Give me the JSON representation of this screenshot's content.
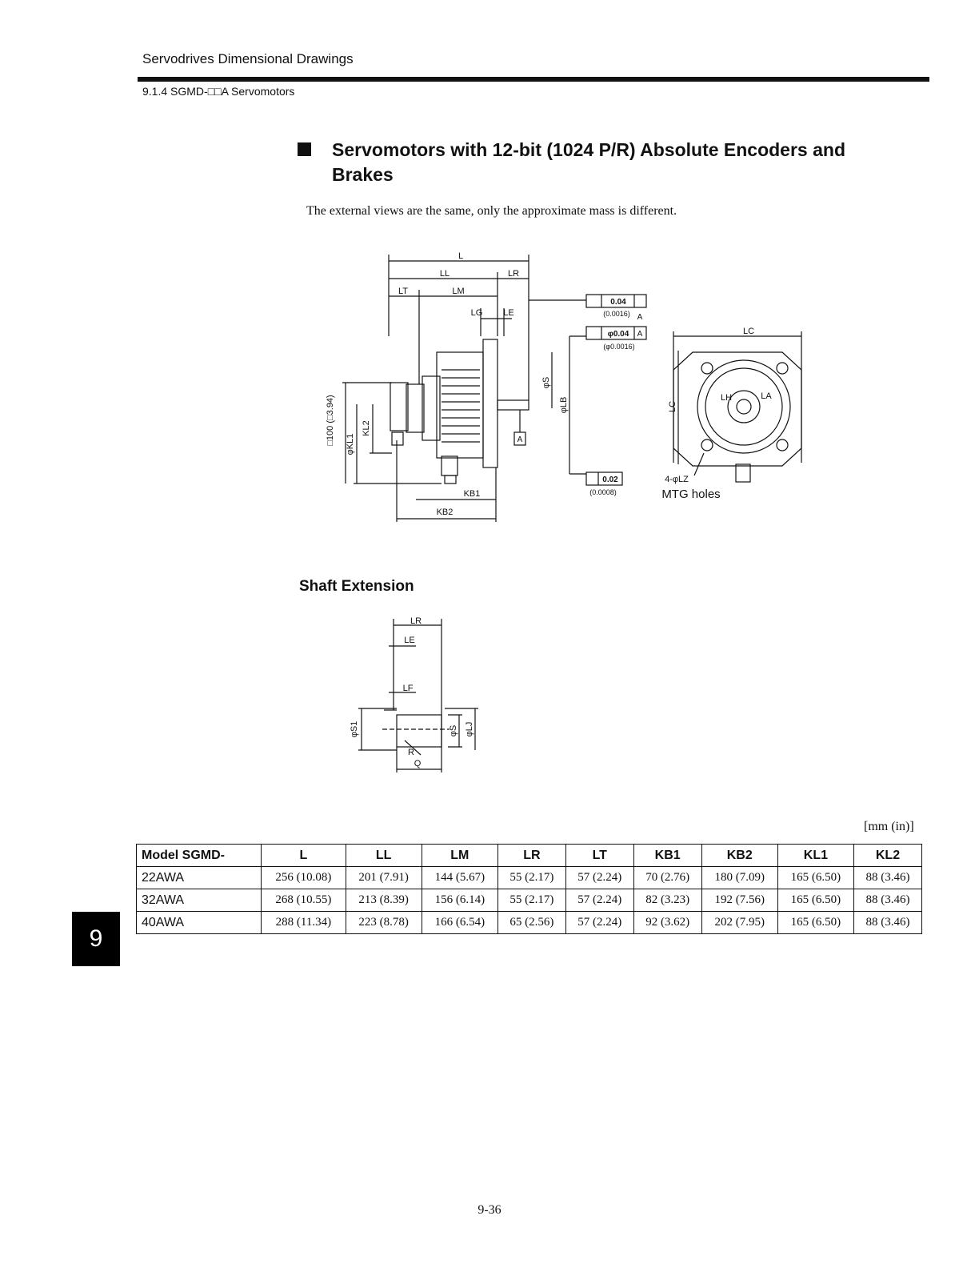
{
  "header": {
    "title": "Servodrives Dimensional Drawings",
    "section": "9.1.4 SGMD-□□A Servomotors"
  },
  "heading": "Servomotors with 12-bit (1024 P/R) Absolute Encoders and Brakes",
  "intro": "The external views are the same, only the approximate mass is different.",
  "drawing_labels": {
    "L": "L",
    "LL": "LL",
    "LR": "LR",
    "LT": "LT",
    "LM": "LM",
    "LG": "LG",
    "LE": "LE",
    "KB1": "KB1",
    "KB2": "KB2",
    "KL1": "φKL1",
    "KL2": "KL2",
    "side": "□100 (□3.94)",
    "S": "φS",
    "LB": "φLB",
    "datum": "A",
    "tol1": "0.04",
    "tol1_in": "(0.0016)",
    "tol2": "φ0.04",
    "tol2_in": "(φ0.0016)",
    "tol3": "0.02",
    "tol3_in": "(0.0008)",
    "LC": "LC",
    "LC_v": "LC",
    "LH": "LH",
    "LA": "LA",
    "LZ": "4-φLZ",
    "mtg": "MTG holes"
  },
  "shaft_extension": {
    "title": "Shaft Extension",
    "labels": {
      "LR": "LR",
      "LE": "LE",
      "LF": "LF",
      "S1": "φS1",
      "S": "φS",
      "LJ": "φLJ",
      "R": "R",
      "Q": "Q"
    }
  },
  "table": {
    "unit": "[mm (in)]",
    "headers": [
      "Model SGMD-",
      "L",
      "LL",
      "LM",
      "LR",
      "LT",
      "KB1",
      "KB2",
      "KL1",
      "KL2"
    ],
    "rows": [
      [
        "22AWA",
        "256 (10.08)",
        "201 (7.91)",
        "144 (5.67)",
        "55 (2.17)",
        "57 (2.24)",
        "70 (2.76)",
        "180 (7.09)",
        "165 (6.50)",
        "88 (3.46)"
      ],
      [
        "32AWA",
        "268 (10.55)",
        "213 (8.39)",
        "156 (6.14)",
        "55 (2.17)",
        "57 (2.24)",
        "82 (3.23)",
        "192 (7.56)",
        "165 (6.50)",
        "88 (3.46)"
      ],
      [
        "40AWA",
        "288 (11.34)",
        "223 (8.78)",
        "166 (6.54)",
        "65 (2.56)",
        "57 (2.24)",
        "92 (3.62)",
        "202 (7.95)",
        "165 (6.50)",
        "88 (3.46)"
      ]
    ]
  },
  "chapter_tab": "9",
  "page_number": "9-36"
}
